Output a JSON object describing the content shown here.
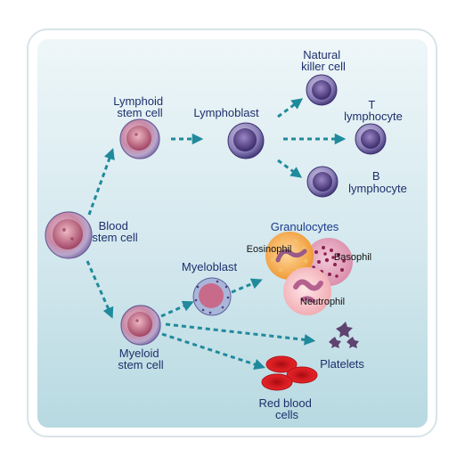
{
  "labels": {
    "blood_stem_cell": [
      "Blood",
      "stem cell"
    ],
    "lymphoid_stem_cell": [
      "Lymphoid",
      "stem cell"
    ],
    "lymphoblast": [
      "Lymphoblast"
    ],
    "natural_killer_cell": [
      "Natural",
      "killer cell"
    ],
    "t_lymphocyte": [
      "T",
      "lymphocyte"
    ],
    "b_lymphocyte": [
      "B",
      "lymphocyte"
    ],
    "granulocytes": [
      "Granulocytes"
    ],
    "eosinophil": [
      "Eosinophil"
    ],
    "basophil": [
      "Basophil"
    ],
    "neutrophil": [
      "Neutrophil"
    ],
    "myeloblast": [
      "Myeloblast"
    ],
    "myeloid_stem_cell": [
      "Myeloid",
      "stem cell"
    ],
    "platelets": [
      "Platelets"
    ],
    "red_blood_cells": [
      "Red blood",
      "cells"
    ]
  },
  "colors": {
    "background_top": "#e9f3f6",
    "background_bottom": "#b9dae2",
    "border": "#d8e6ec",
    "arrow": "#1f8a9c",
    "label": "#1e2f6b",
    "label_dark": "#111111",
    "stem_cell": "#b58ab0",
    "lymph_cell": "#5a4a8f",
    "red_cell": "#d81e24",
    "eosinophil": "#f3a340",
    "basophil": "#b6306a",
    "neutrophil": "#f2b2b8",
    "platelet": "#5b3f6e"
  }
}
